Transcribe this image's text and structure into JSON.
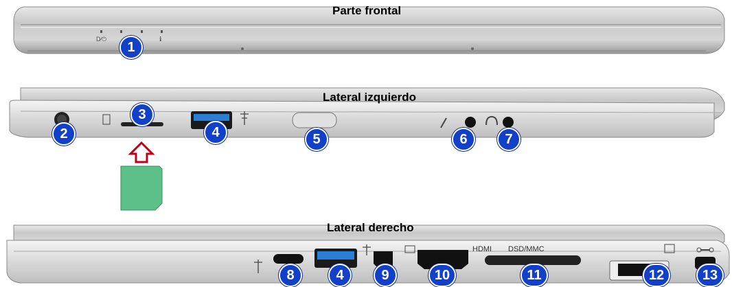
{
  "sections": {
    "front": {
      "title": "Parte frontal",
      "led_labels": [
        "D∕⏻",
        "ℹ"
      ]
    },
    "left": {
      "title": "Lateral izquierdo"
    },
    "right": {
      "title": "Lateral derecho",
      "hdmi_label": "HDMI",
      "card_label": "DSD/MMC"
    }
  },
  "badges": [
    "1",
    "2",
    "3",
    "4",
    "5",
    "6",
    "7",
    "8",
    "4",
    "9",
    "10",
    "11",
    "12",
    "13"
  ],
  "icons": {
    "usb": "usb-icon",
    "sim": "sim-icon",
    "mic": "microphone-icon",
    "headphone": "headphone-icon",
    "lan": "network-icon",
    "lock": "security-lock-icon",
    "display": "display-port-icon"
  },
  "colors": {
    "badge": "#1340c8",
    "sim_card": "#5dc089",
    "arrow": "#c0001a",
    "usb_blue": "#2a7fd4"
  }
}
